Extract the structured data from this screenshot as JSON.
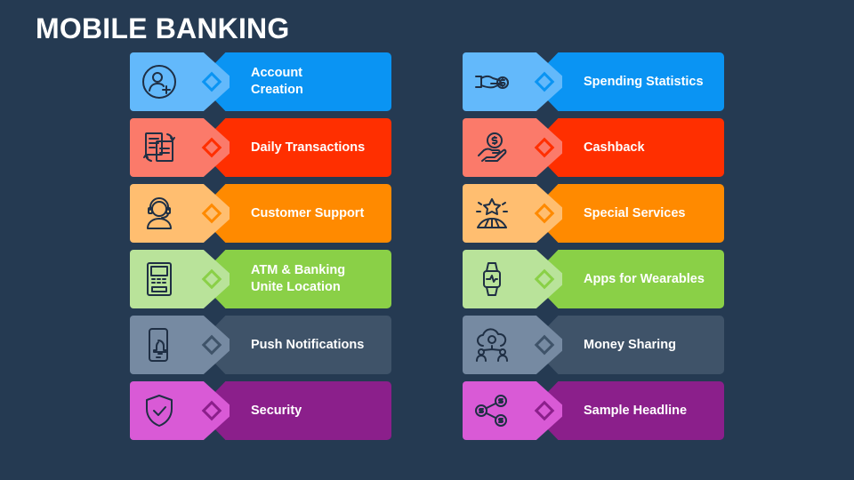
{
  "title": "MOBILE BANKING",
  "colors": {
    "background": "#253a52",
    "blue": {
      "light": "#63b9fb",
      "dark": "#0a94f3"
    },
    "red": {
      "light": "#fb7a6a",
      "dark": "#ff2f00"
    },
    "orange": {
      "light": "#ffbe70",
      "dark": "#ff8a00"
    },
    "green": {
      "light": "#b9e39a",
      "dark": "#8ad047"
    },
    "slate": {
      "light": "#768aa2",
      "dark": "#3f5369"
    },
    "purple": {
      "light": "#d95ad6",
      "dark": "#8b1f8b"
    }
  },
  "left_column": [
    {
      "label": "Account\nCreation",
      "icon": "user-add-icon",
      "color": "blue"
    },
    {
      "label": "Daily Transactions",
      "icon": "document-exchange-icon",
      "color": "red"
    },
    {
      "label": "Customer Support",
      "icon": "headset-agent-icon",
      "color": "orange"
    },
    {
      "label": "ATM & Banking\nUnite Location",
      "icon": "atm-machine-icon",
      "color": "green"
    },
    {
      "label": "Push Notifications",
      "icon": "phone-bell-icon",
      "color": "slate"
    },
    {
      "label": "Security",
      "icon": "shield-check-icon",
      "color": "purple"
    }
  ],
  "right_column": [
    {
      "label": "Spending Statistics",
      "icon": "hand-coin-icon",
      "color": "blue"
    },
    {
      "label": "Cashback",
      "icon": "hand-cashback-icon",
      "color": "red"
    },
    {
      "label": "Special Services",
      "icon": "star-service-icon",
      "color": "orange"
    },
    {
      "label": "Apps for Wearables",
      "icon": "smartwatch-icon",
      "color": "green"
    },
    {
      "label": "Money Sharing",
      "icon": "cloud-money-share-icon",
      "color": "slate"
    },
    {
      "label": "Sample Headline",
      "icon": "dollar-network-icon",
      "color": "purple"
    }
  ]
}
